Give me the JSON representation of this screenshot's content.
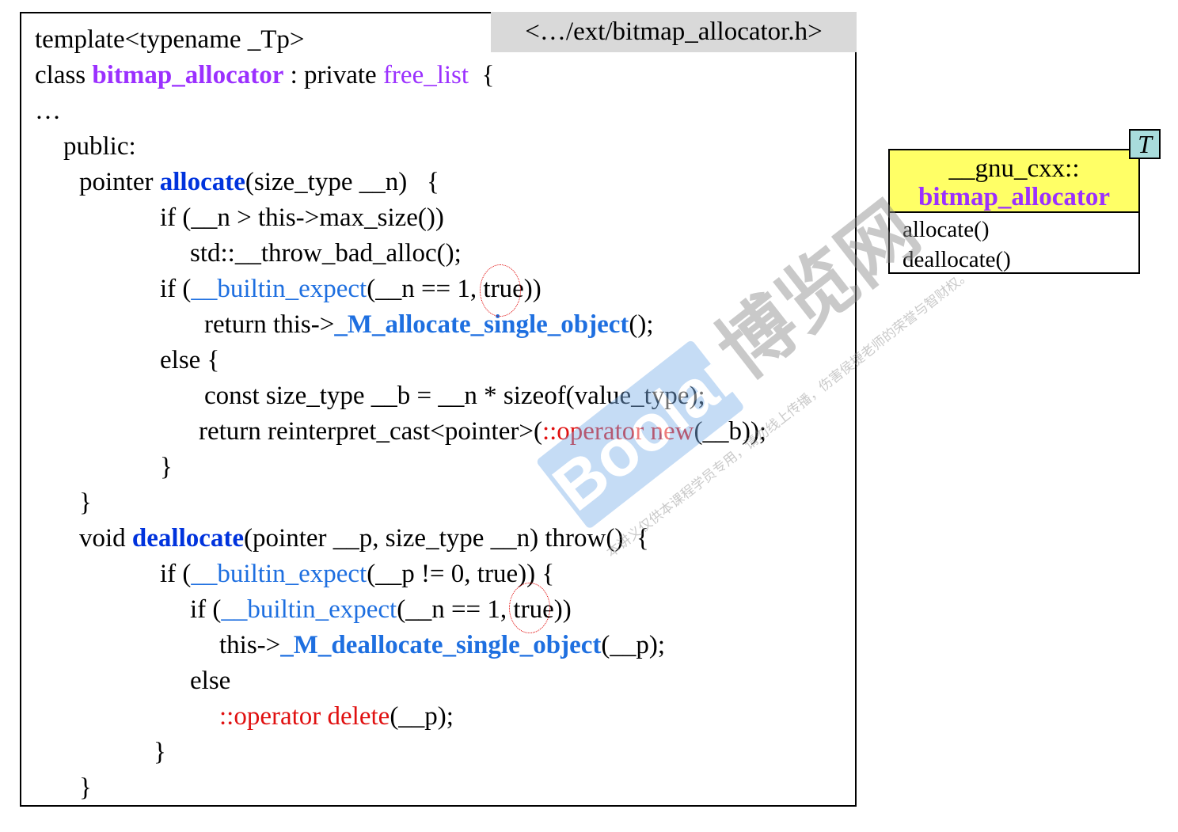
{
  "file_tag": "<…/ext/bitmap_allocator.h>",
  "code": {
    "l1": "template<typename _Tp>",
    "l2_a": "class ",
    "l2_b": "bitmap_allocator",
    "l2_c": " : private ",
    "l2_d": "free_list",
    "l2_e": "  {",
    "l3": "…",
    "l4": "public:",
    "l5_a": "pointer ",
    "l5_b": "allocate",
    "l5_c": "(size_type __n)   {",
    "l6": "if (__n > this->max_size())",
    "l7": "std::__throw_bad_alloc();",
    "l8_a": "if (",
    "l8_b": "__builtin_expect",
    "l8_c": "(__n == 1, true))",
    "l9_a": "return this->",
    "l9_b": "_M_allocate_single_object",
    "l9_c": "();",
    "l10": "else {",
    "l11": "const size_type __b = __n * sizeof(value_type);",
    "l12_a": "return reinterpret_cast<pointer>(",
    "l12_b": "::operator new",
    "l12_c": "(__b));",
    "l13": "}",
    "l14": "}",
    "l15_a": "void ",
    "l15_b": "deallocate",
    "l15_c": "(pointer __p, size_type __n) throw()  {",
    "l16_a": "if (",
    "l16_b": "__builtin_expect",
    "l16_c": "(__p != 0, true)) {",
    "l17_a": "if (",
    "l17_b": "__builtin_expect",
    "l17_c": "(__n == 1, true))",
    "l18_a": "this->",
    "l18_b": "_M_deallocate_single_object",
    "l18_c": "(__p);",
    "l19": "else",
    "l20_a": "::operator delete",
    "l20_b": "(__p);",
    "l21": "}",
    "l22": "}"
  },
  "uml": {
    "namespace": "__gnu_cxx::",
    "class_name": "bitmap_allocator",
    "template_param": "T",
    "operations": [
      "allocate()",
      "deallocate()"
    ]
  },
  "watermark": {
    "logo": "Boolan",
    "brand": "博览网",
    "notice": "本讲义仅供本课程学员专用，请勿线上传播，伤害侯捷老师的荣誉与智财权。"
  },
  "colors": {
    "purple": "#9b30ff",
    "blue_dark": "#0033dd",
    "blue_light": "#1e6fe0",
    "red": "#e01010",
    "uml_header": "#ffff66",
    "template_param_bg": "#a8dcdc"
  }
}
